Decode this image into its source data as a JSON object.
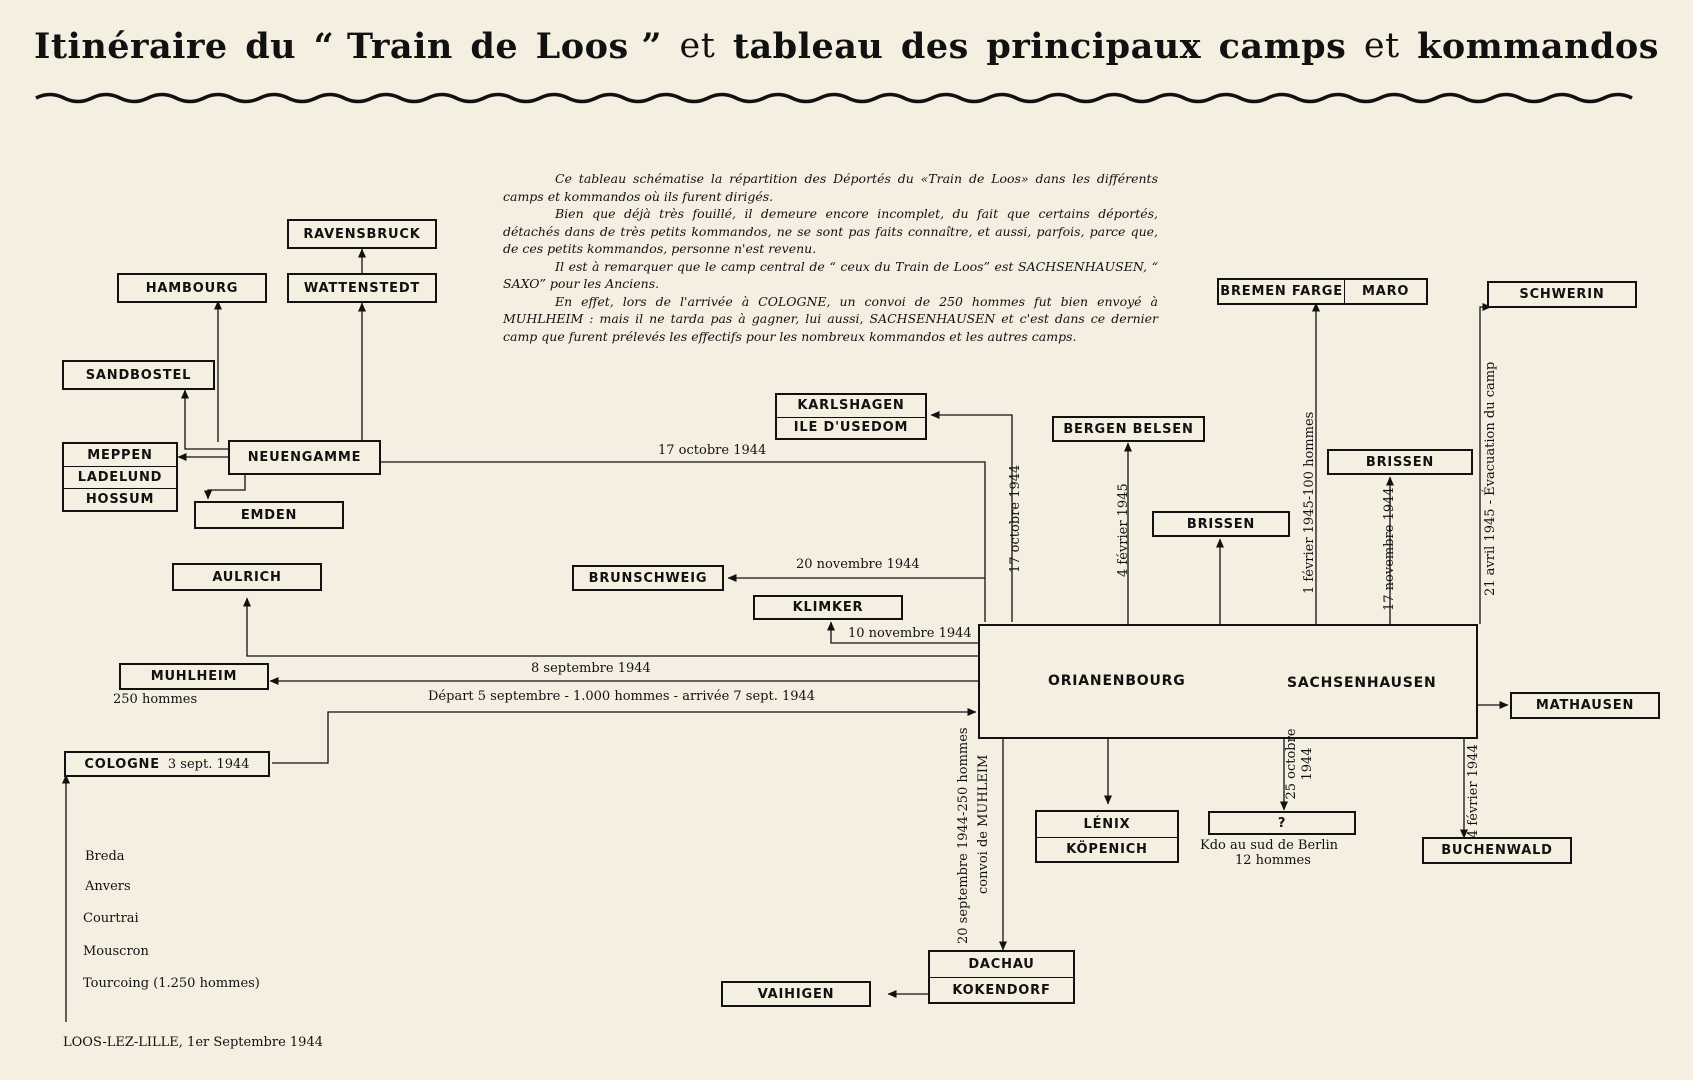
{
  "title_words": [
    "Itinéraire",
    "du",
    "“ Train",
    "de",
    "Loos ”",
    "et",
    "tableau",
    "des",
    "principaux",
    "camps",
    "et",
    "kommandos"
  ],
  "intro": [
    "Ce tableau schématise la répartition des Déportés du «Train de Loos» dans les différents camps et kommandos où ils furent dirigés.",
    "Bien que déjà très fouillé, il demeure encore incomplet, du fait que certains déportés, détachés dans de très petits kommandos, ne se sont pas faits connaître, et aussi, parfois, parce que, de ces petits kommandos, personne n'est revenu.",
    "Il est à remarquer que le camp central de “ ceux du Train de Loos” est SACHSENHAUSEN, “ SAXO” pour les Anciens.",
    "En effet, lors de l'arrivée à COLOGNE, un convoi de 250 hommes fut bien envoyé à MUHLHEIM : mais il ne tarda pas à gagner, lui aussi, SACHSENHAUSEN et c'est dans ce dernier camp que furent prélevés les effectifs pour les nombreux kommandos et les autres camps."
  ],
  "camps": {
    "ravensbruck": "RAVENSBRUCK",
    "hambourg": "HAMBOURG",
    "wattenstedt": "WATTENSTEDT",
    "sandbostel": "SANDBOSTEL",
    "meppen": "MEPPEN",
    "ladelund": "LADELUND",
    "hossum": "HOSSUM",
    "neuengamme": "NEUENGAMME",
    "emden": "EMDEN",
    "aulrich": "AULRICH",
    "brunschweig": "BRUNSCHWEIG",
    "klimker": "KLIMKER",
    "muhlheim": "MUHLHEIM",
    "cologne": "COLOGNE",
    "cologne_date": "3 sept. 1944",
    "karlshagen": "KARLSHAGEN",
    "ile_usedom": "ILE D'USEDOM",
    "bergen_belsen": "BERGEN BELSEN",
    "brissen_1": "BRISSEN",
    "bremen_farge": "BREMEN FARGE",
    "maro": "MARO",
    "brissen_2": "BRISSEN",
    "schwerin": "SCHWERIN",
    "mathausen": "MATHAUSEN",
    "buchenwald": "BUCHENWALD",
    "lenix": "LÉNIX",
    "kopenich": "KÖPENICH",
    "unknown": "?",
    "dachau": "DACHAU",
    "kokendorf": "KOKENDORF",
    "vaihigen": "VAIHIGEN"
  },
  "central": {
    "left": "ORIANENBOURG",
    "right": "SACHSENHAUSEN"
  },
  "labels": {
    "neuengamme_date": "17 octobre 1944",
    "brunschweig_date": "20 novembre 1944",
    "klimker_date": "10 novembre 1944",
    "muhlheim_date": "8 septembre 1944",
    "muhlheim_count": "250 hommes",
    "departure": "Départ 5 septembre - 1.000 hommes - arrivée 7 sept. 1944",
    "karlshagen_date": "17 octobre 1944",
    "bergen_date": "4 février 1945",
    "bremen_date": "1 février 1945-100 hommes",
    "brissen2_date": "17 novembre 1944",
    "schwerin_date": "21 avril 1945 - Évacuation du camp",
    "dachau_date": "20 septembre 1944-250 hommes",
    "dachau_convoy": "convoi de MUHLEIM",
    "unknown_date": "25 octobre 1944",
    "unknown_desc_1": "Kdo au sud de Berlin",
    "unknown_desc_2": "12 hommes",
    "buchenwald_date": "4 février 1944"
  },
  "route": [
    "Breda",
    "Anvers",
    "Courtrai",
    "Mouscron",
    "Tourcoing (1.250 hommes)"
  ],
  "origin": "LOOS-LEZ-LILLE, 1er Septembre 1944"
}
